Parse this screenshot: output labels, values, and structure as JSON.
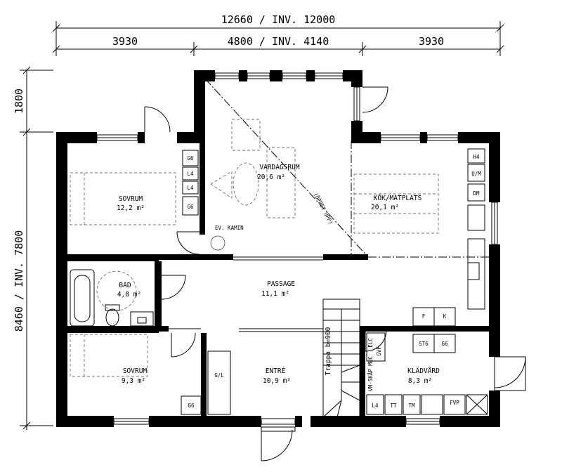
{
  "dimensions": {
    "total_width": "12660 / INV. 12000",
    "left_segment": "3930",
    "middle_segment": "4800 / INV. 4140",
    "right_segment": "3930",
    "top_extension": "1800",
    "total_depth": "8460 / INV. 7800"
  },
  "rooms": {
    "sovrum1": {
      "name": "SOVRUM",
      "area": "12,2 m²"
    },
    "vardagsrum": {
      "name": "VARDAGSRUM",
      "area": "20,6 m²"
    },
    "kok": {
      "name": "KÖK/MATPLATS",
      "area": "20,1 m²"
    },
    "bad": {
      "name": "BAD",
      "area": "4,8 m²"
    },
    "passage": {
      "name": "PASSAGE",
      "area": "11,1 m²"
    },
    "sovrum2": {
      "name": "SOVRUM",
      "area": "9,3 m²"
    },
    "entre": {
      "name": "ENTRÉ",
      "area": "10,9 m²"
    },
    "kladvard": {
      "name": "KLÄDVÅRD",
      "area": "8,3 m²"
    }
  },
  "labels": {
    "ev_kamin": "EV. KAMIN",
    "oppet_upp": "(ÖPPET UPP)",
    "trappa": "Trappa b=900",
    "vm_skap": "VM-SKÅP MUC",
    "elc": "ELC",
    "gvf": "GVF",
    "gl": "G/L"
  },
  "cabinets": {
    "sovrum1": [
      "G6",
      "L4",
      "L4",
      "G6"
    ],
    "kitchen": [
      "H4",
      "U/M",
      "DM"
    ],
    "hall_fk": [
      "F",
      "K"
    ],
    "kladvard_top": [
      "ST6",
      "G6"
    ],
    "kladvard_bottom": [
      "L4",
      "TT",
      "TM",
      "FVP"
    ],
    "sovrum2": "G6"
  }
}
